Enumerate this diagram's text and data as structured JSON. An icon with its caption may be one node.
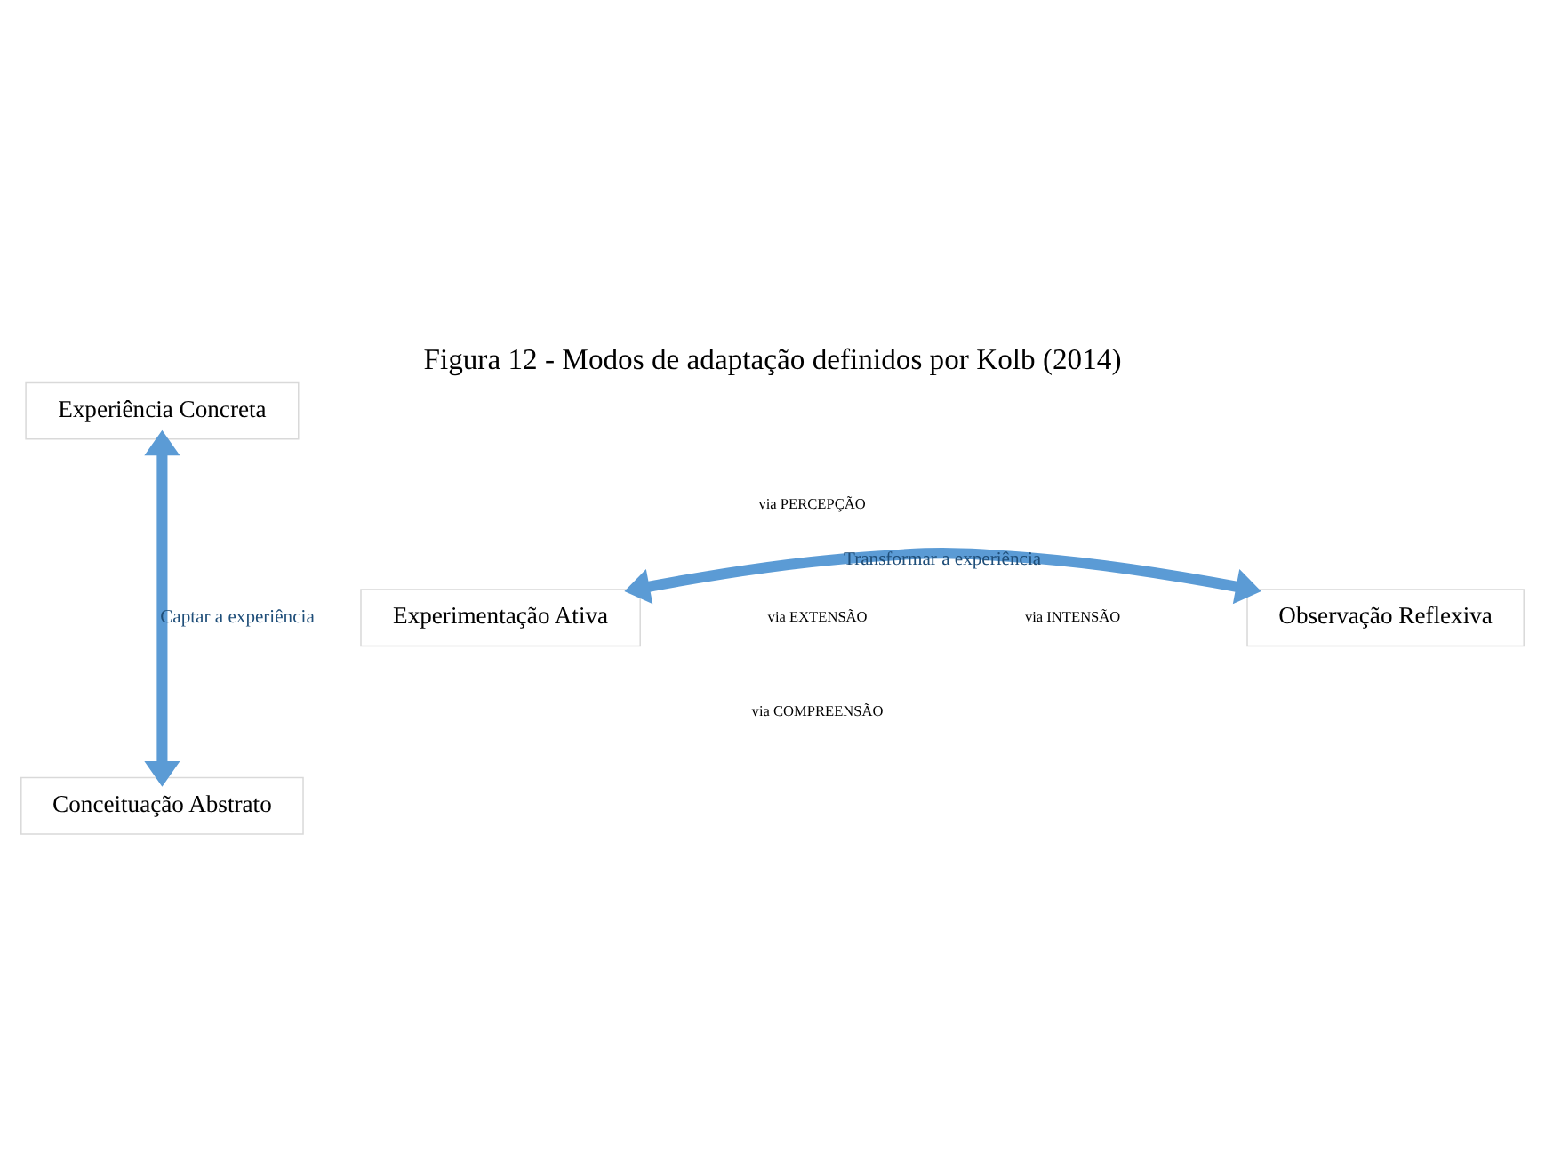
{
  "diagram": {
    "title": "Figura 12 - Modos de adaptação definidos por Kolb (2014)",
    "nodes": [
      {
        "text": [
          "Experiência Concreta"
        ]
      },
      {
        "text": [
          "Experimentação Ativa"
        ]
      },
      {
        "text": [
          "Observação Reflexiva"
        ]
      },
      {
        "text": [
          "Conceituação Abstrato"
        ]
      }
    ],
    "edges": [
      {
        "from": 0,
        "to": 3,
        "arrow": "both",
        "label": "Captar a experiência"
      },
      {
        "from": 1,
        "to": 2,
        "arrow": "both",
        "label": "Transformar a experiência"
      }
    ],
    "labels": [
      "via PERCEPÇÃO",
      "via EXTENSÃO",
      "via INTENSÃO",
      "via COMPREENSÃO"
    ]
  }
}
